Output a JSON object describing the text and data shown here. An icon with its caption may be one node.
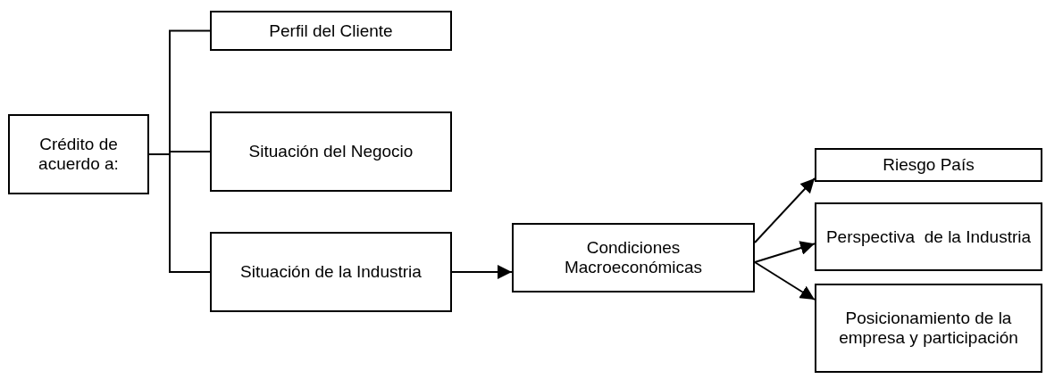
{
  "diagram": {
    "nodes": [
      {
        "text": [
          "Crédito de acuerdo a:"
        ]
      },
      {
        "text": [
          "Perfil del Cliente"
        ]
      },
      {
        "text": [
          "Situación del Negocio"
        ]
      },
      {
        "text": [
          "Situación de la Industria"
        ]
      },
      {
        "text": [
          "Condiciones Macroeconómicas"
        ]
      },
      {
        "text": [
          "Riesgo País"
        ]
      },
      {
        "text": [
          "Perspectiva  de la Industria"
        ]
      },
      {
        "text": [
          "Posicionamiento de la empresa y participación"
        ]
      }
    ],
    "edges": [
      {
        "from": 0,
        "to": 1,
        "arrow": "none"
      },
      {
        "from": 0,
        "to": 2,
        "arrow": "none"
      },
      {
        "from": 0,
        "to": 3,
        "arrow": "none"
      },
      {
        "from": 3,
        "to": 4,
        "arrow": "to"
      },
      {
        "from": 4,
        "to": 5,
        "arrow": "to"
      },
      {
        "from": 4,
        "to": 6,
        "arrow": "to"
      },
      {
        "from": 4,
        "to": 7,
        "arrow": "to"
      }
    ]
  }
}
